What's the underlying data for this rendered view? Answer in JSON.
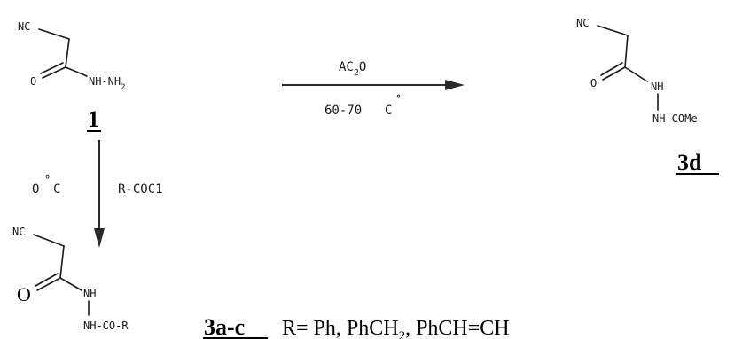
{
  "compound_1": {
    "nc": "NC",
    "o": "O",
    "nh_nh2_main": "NH-NH",
    "nh2_sub": "2",
    "label": "1"
  },
  "reaction_right": {
    "reagent_main": "AC",
    "reagent_sub": "2",
    "reagent_tail": "O",
    "condition": "60-70",
    "condition_unit": "C",
    "degree": "°"
  },
  "compound_3d": {
    "nc": "NC",
    "o": "O",
    "nh": "NH",
    "nh_come": "NH-COMe",
    "label": "3d"
  },
  "reaction_down": {
    "temp": "O",
    "temp_degree": "°",
    "temp_unit": "C",
    "reagent": "R-COC1"
  },
  "compound_3ac": {
    "nc": "NC",
    "o": "O",
    "nh": "NH",
    "nh_co_r": "NH-CO-R",
    "label": "3a-c"
  },
  "substituents": {
    "prefix": "R= Ph, PhCH",
    "sub": "2",
    "suffix": ", PhCH=CH"
  }
}
